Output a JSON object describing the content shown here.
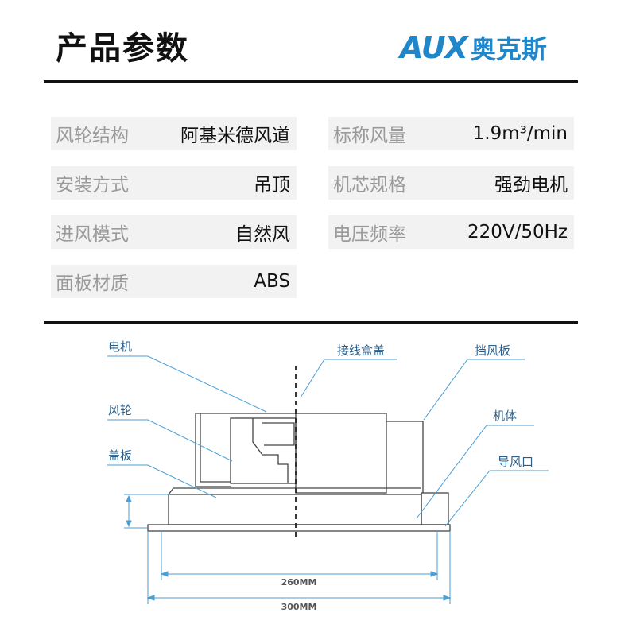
{
  "header": {
    "title": "产品参数",
    "logo_latin": "AUX",
    "logo_cn": "奥克斯"
  },
  "params": [
    {
      "key": "风轮结构",
      "value": "阿基米德风道"
    },
    {
      "key": "标称风量",
      "value": "1.9m³/min"
    },
    {
      "key": "安装方式",
      "value": "吊顶"
    },
    {
      "key": "机芯规格",
      "value": "强劲电机"
    },
    {
      "key": "进风模式",
      "value": "自然风"
    },
    {
      "key": "电压频率",
      "value": "220V/50Hz"
    },
    {
      "key": "面板材质",
      "value": "ABS"
    }
  ],
  "diagram": {
    "labels": {
      "motor": "电机",
      "fan_wheel": "风轮",
      "cover": "盖板",
      "junction_box_cover": "接线盒盖",
      "baffle": "挡风板",
      "body": "机体",
      "air_outlet": "导风口"
    },
    "dim_inner": "260MM",
    "dim_outer": "300MM"
  },
  "colors": {
    "brand": "#1f86c9",
    "callout": "#4a9fd6",
    "label": "#2b5f8a",
    "cell_bg": "#f2f2f2"
  }
}
